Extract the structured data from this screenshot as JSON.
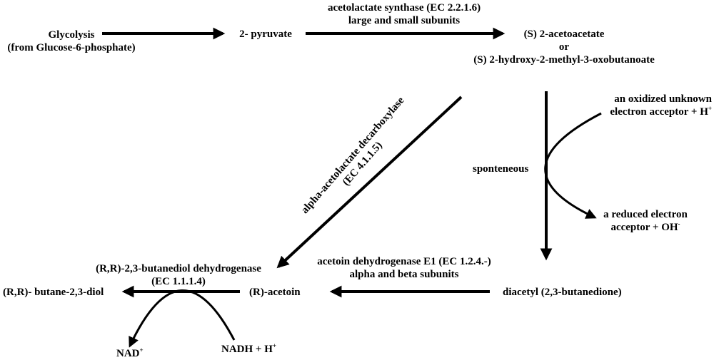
{
  "nodes": {
    "glycolysis": [
      "Glycolysis",
      "(from Glucose-6-phosphate)"
    ],
    "pyruvate": "2- pyruvate",
    "acetolactate": [
      "(S) 2-acetoacetate",
      "or",
      "(S) 2-hydroxy-2-methyl-3-oxobutanoate"
    ],
    "diacetyl": "diacetyl (2,3-butanedione)",
    "acetoin": "(R)-acetoin",
    "butanediol": "(R,R)- butane-2,3-diol"
  },
  "enzymes": {
    "acetolactate_synthase": [
      "acetolactate synthase (EC 2.2.1.6)",
      "large and small subunits"
    ],
    "decarboxylase": [
      "alpha-acetolactate decarboxylase",
      "(EC 4.1.1.5)"
    ],
    "acetoin_dehydrogenase": [
      "acetoin dehydrogenase E1 (EC 1.2.4.-)",
      "alpha and beta subunits"
    ],
    "butanediol_dehydrogenase": [
      "(R,R)-2,3-butanediol dehydrogenase",
      "(EC 1.1.1.4)"
    ]
  },
  "cofactors": {
    "spontaneous": "sponteneous",
    "oxidized_acceptor": {
      "line1": "an oxidized unknown",
      "line2": "electron acceptor + H",
      "sup": "+"
    },
    "reduced_acceptor": {
      "line1": "a reduced electron",
      "line2": "acceptor + OH",
      "sup": "-"
    },
    "nad": {
      "text": "NAD",
      "sup": "+"
    },
    "nadh": {
      "text": "NADH + H",
      "sup": "+"
    }
  }
}
